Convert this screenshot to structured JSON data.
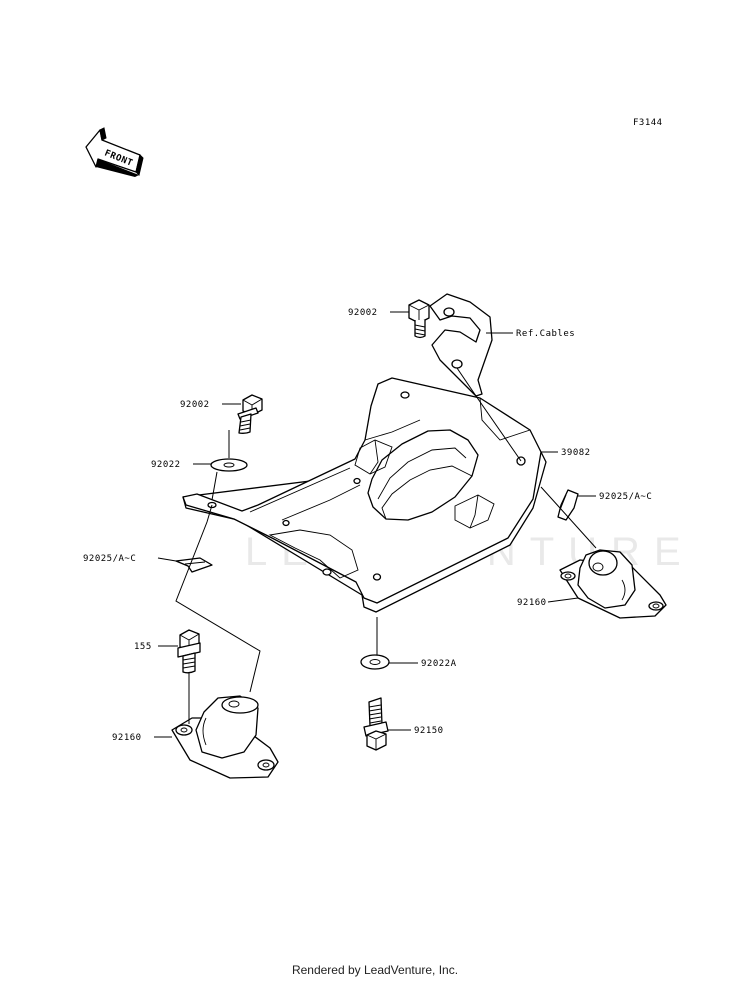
{
  "figure_code": "F3144",
  "front_arrow": {
    "label": "FRONT"
  },
  "watermark": "LEADVENTURE",
  "callouts": {
    "bolt_92002_top": "92002",
    "ref_cables": "Ref.Cables",
    "bolt_92002_left": "92002",
    "washer_92022": "92022",
    "bracket_39082": "39082",
    "clip_92025_right": "92025/A~C",
    "clip_92025_left": "92025/A~C",
    "mount_92160_right": "92160",
    "bolt_155": "155",
    "washer_92022A": "92022A",
    "mount_92160_left": "92160",
    "bolt_92150": "92150"
  },
  "footer": "Rendered by LeadVenture, Inc."
}
